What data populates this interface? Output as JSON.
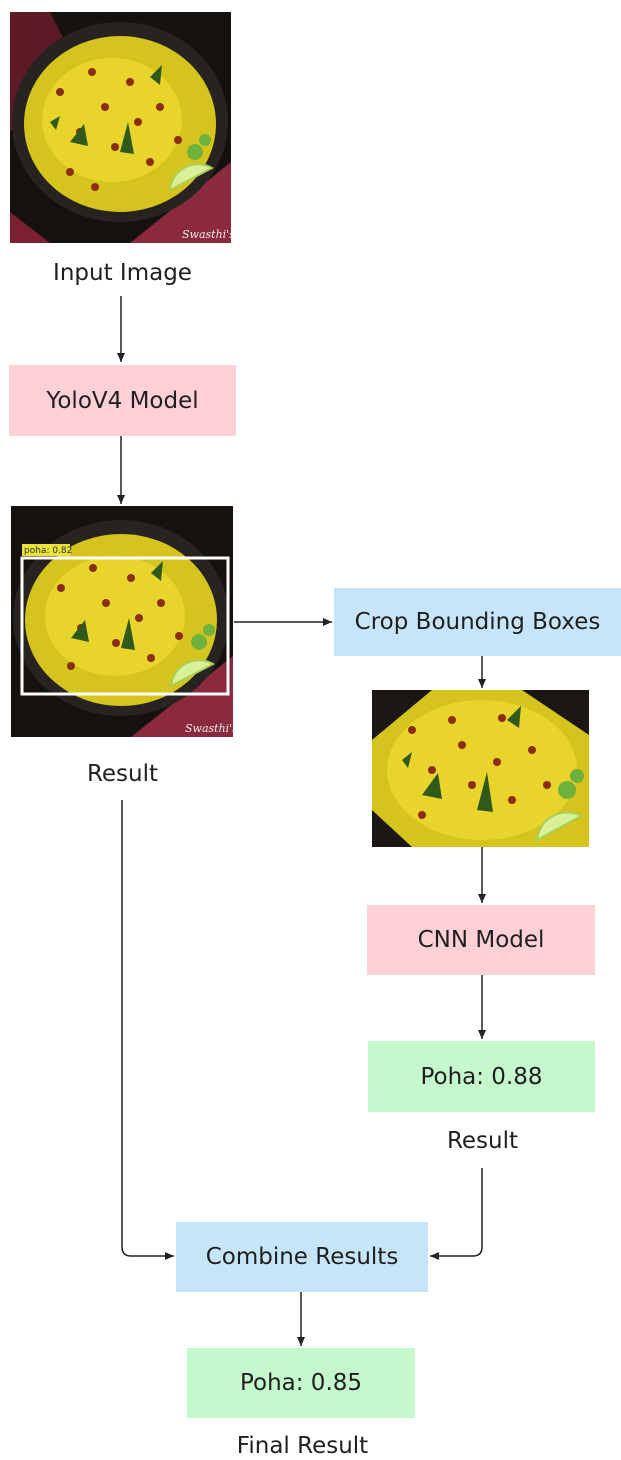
{
  "colors": {
    "model_box": "#ffd0d6",
    "process_box": "#c7e5fa",
    "result_box": "#c5f8cd",
    "arrow": "#222222"
  },
  "nodes": {
    "input_caption": "Input Image",
    "yolo_model": "YoloV4 Model",
    "detection_caption": "Result",
    "detection_label": "poha: 0.82",
    "watermark": "Swasthi's",
    "crop": "Crop Bounding Boxes",
    "cnn_model": "CNN Model",
    "cnn_output": "Poha: 0.88",
    "cnn_caption": "Result",
    "combine": "Combine Results",
    "final_output": "Poha: 0.85",
    "final_caption": "Final Result"
  }
}
